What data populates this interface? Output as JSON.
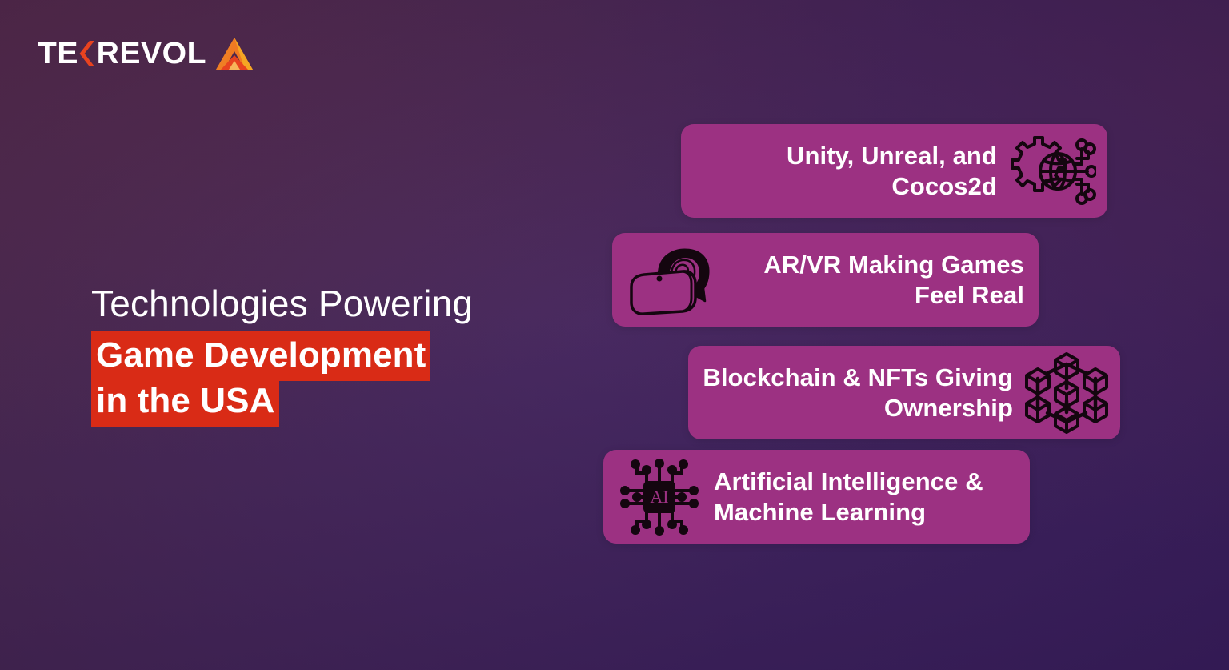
{
  "brand": {
    "logo_text_before": "TE",
    "logo_chevron": "chevron-left-icon",
    "logo_text_after": "REVOL",
    "logo_mark": "triangle-mark-icon",
    "logo_text_color": "#ffffff",
    "logo_mark_colors": [
      "#f07a22",
      "#e8431f",
      "#f5a623"
    ]
  },
  "headline": {
    "line1": "Technologies Powering",
    "highlight_line1": "Game Development",
    "highlight_line2": "in the USA",
    "highlight_color": "#d92b16",
    "text_color": "#ffffff"
  },
  "cards": [
    {
      "id": "card-1",
      "line1": "Unity, Unreal, and",
      "line2": "Cocos2d",
      "icon": "gear-globe-network-icon",
      "icon_side": "right",
      "background": "#9c3182",
      "text_color": "#ffffff"
    },
    {
      "id": "card-2",
      "line1": "AR/VR Making Games",
      "line2": "Feel Real",
      "icon": "vr-headset-icon",
      "icon_side": "left",
      "background": "#9c3182",
      "text_color": "#ffffff"
    },
    {
      "id": "card-3",
      "line1": "Blockchain & NFTs Giving",
      "line2": "Ownership",
      "icon": "blockchain-cubes-icon",
      "icon_side": "right",
      "background": "#9c3182",
      "text_color": "#ffffff"
    },
    {
      "id": "card-4",
      "line1": "Artificial Intelligence &",
      "line2": "Machine Learning",
      "icon": "ai-chip-icon",
      "icon_label": "AI",
      "icon_side": "left",
      "background": "#9c3182",
      "text_color": "#ffffff"
    }
  ],
  "background": {
    "top_left": "#4e2a51",
    "bottom_right": "#3a1d60"
  }
}
